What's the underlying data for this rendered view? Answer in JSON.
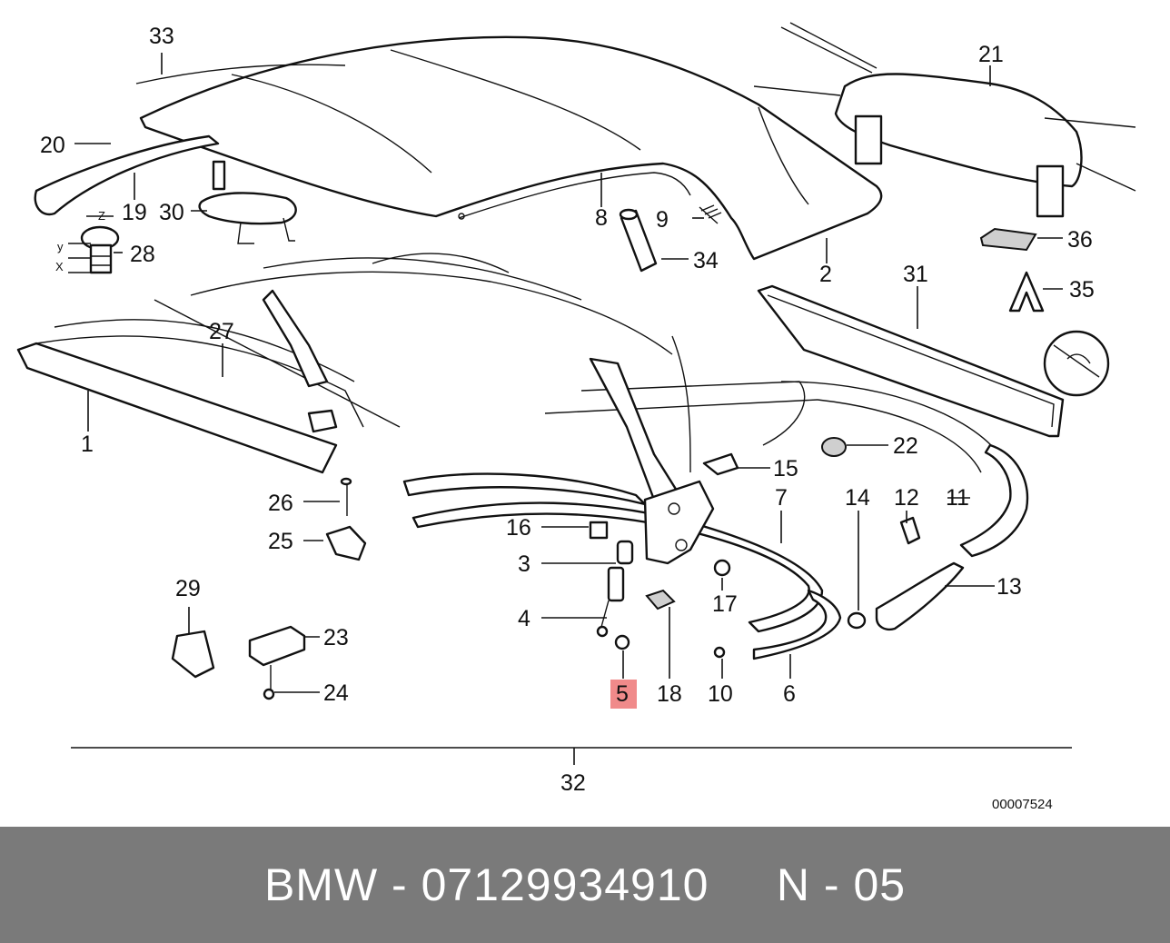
{
  "diagram": {
    "highlighted_callout": "5",
    "highlight_color": "#f08a8a",
    "callouts": [
      "33",
      "21",
      "20",
      "19",
      "30",
      "8",
      "9",
      "28",
      "34",
      "36",
      "2",
      "31",
      "35",
      "27",
      "1",
      "22",
      "15",
      "26",
      "7",
      "14",
      "12",
      "11",
      "25",
      "16",
      "3",
      "17",
      "13",
      "29",
      "23",
      "4",
      "5",
      "18",
      "10",
      "6",
      "24"
    ],
    "total_label": "32",
    "axis_labels": [
      "Z",
      "y",
      "X"
    ],
    "drawing_code": "00007524"
  },
  "footer": {
    "text": "BMW - 07129934910     N - 05",
    "background": "#7a7a7a"
  }
}
